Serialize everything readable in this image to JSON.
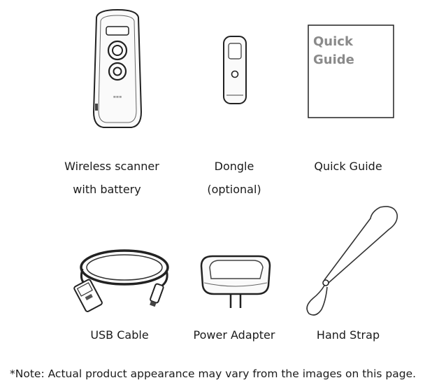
{
  "items": [
    {
      "line1": "Wireless scanner",
      "line2": "with battery"
    },
    {
      "line1": "Dongle",
      "line2": "(optional)"
    },
    {
      "line1": "Quick Guide",
      "line2": ""
    },
    {
      "line1": "USB Cable",
      "line2": ""
    },
    {
      "line1": "Power Adapter",
      "line2": ""
    },
    {
      "line1": "Hand Strap",
      "line2": ""
    }
  ],
  "quick_guide_cover": {
    "line1": "Quick",
    "line2": "Guide"
  },
  "scanner_logo": "≡≡≡",
  "note": "*Note: Actual product appearance may vary from the images on this page.",
  "icons": [
    "wireless-scanner",
    "usb-dongle",
    "quick-guide-booklet",
    "usb-cable",
    "power-adapter",
    "hand-strap"
  ]
}
